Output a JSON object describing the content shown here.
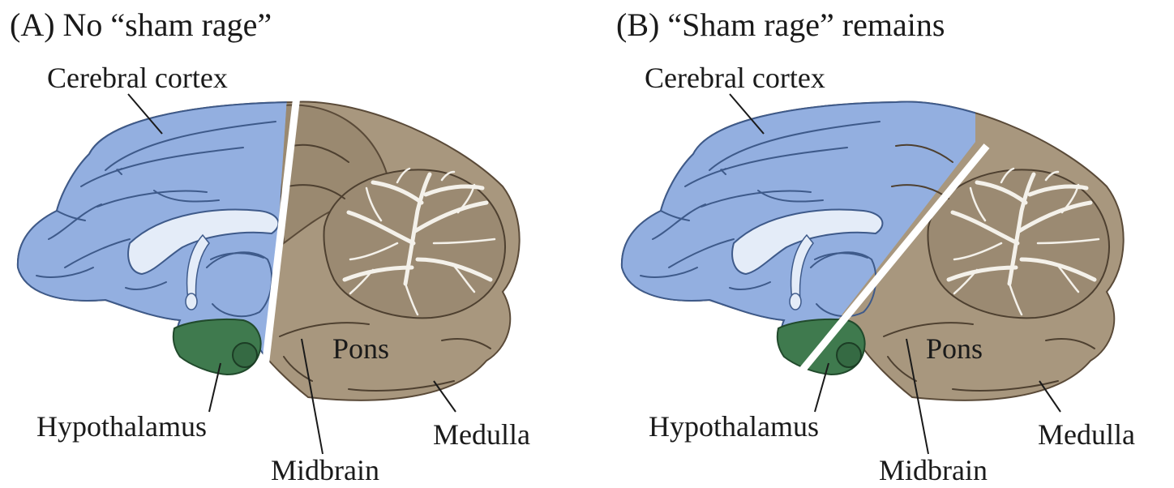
{
  "panels": [
    {
      "title": "(A)  No “sham rage”",
      "labels": {
        "cortex": "Cerebral cortex",
        "hypothalamus": "Hypothalamus",
        "midbrain": "Midbrain",
        "pons": "Pons",
        "medulla": "Medulla"
      }
    },
    {
      "title": "(B)  “Sham rage” remains",
      "labels": {
        "cortex": "Cerebral cortex",
        "hypothalamus": "Hypothalamus",
        "midbrain": "Midbrain",
        "pons": "Pons",
        "medulla": "Medulla"
      }
    }
  ],
  "colors": {
    "cortex": "#93afe0",
    "brainstem": "#a8977e",
    "hypothalamus": "#3f7a4e",
    "cerebellum_folia": "#f4f1ea",
    "ventricle": "#e4ecf8"
  }
}
